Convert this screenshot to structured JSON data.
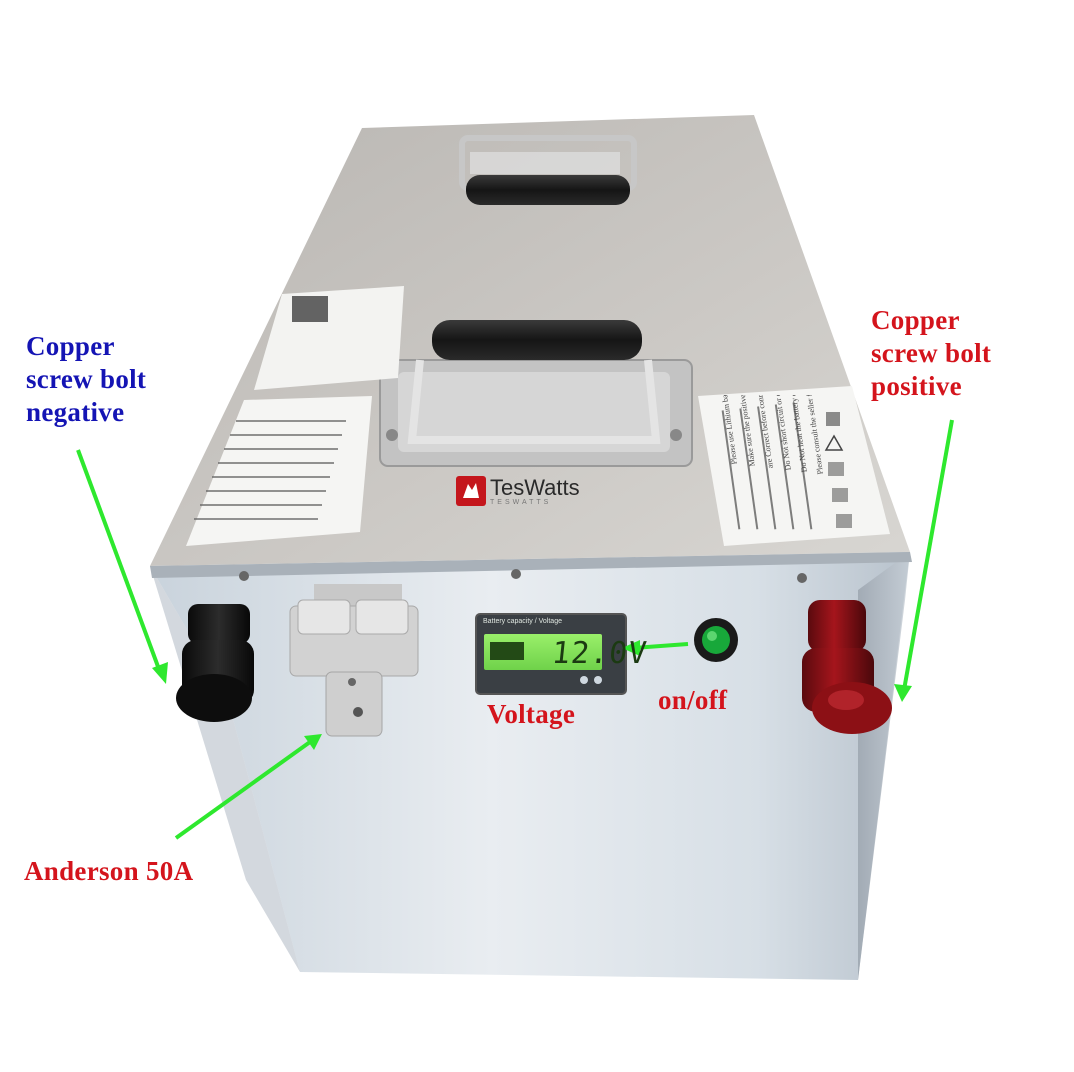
{
  "labels": {
    "negative": [
      "Copper",
      "screw bolt",
      "negative"
    ],
    "positive": [
      "Copper",
      "screw bolt",
      "positive"
    ],
    "anderson": "Anderson 50A",
    "voltage": "Voltage",
    "onoff": "on/off"
  },
  "brand": {
    "name": "TesWatts",
    "sub": "TESWATTS"
  },
  "display": {
    "title": "Battery capacity / Voltage",
    "value": "12.0V"
  },
  "sticker_right": {
    "lines": [
      "Please use Lithium batteries safely!",
      "Make sure the positive + negative - poles",
      "are Correct before connecting!",
      "Do Not short circuit or disassemble the battery",
      "Do Not heat the battery or close to fire source",
      "Please consult the seller for charge"
    ]
  },
  "colors": {
    "label_blue": "#1414b4",
    "label_red": "#d4141c",
    "arrow_green": "#2ee82e",
    "lcd_green": "#7ee05a"
  },
  "icons": [
    "arrow-icon",
    "recycle-icon",
    "warning-icon",
    "ce-icon",
    "fc-icon"
  ]
}
